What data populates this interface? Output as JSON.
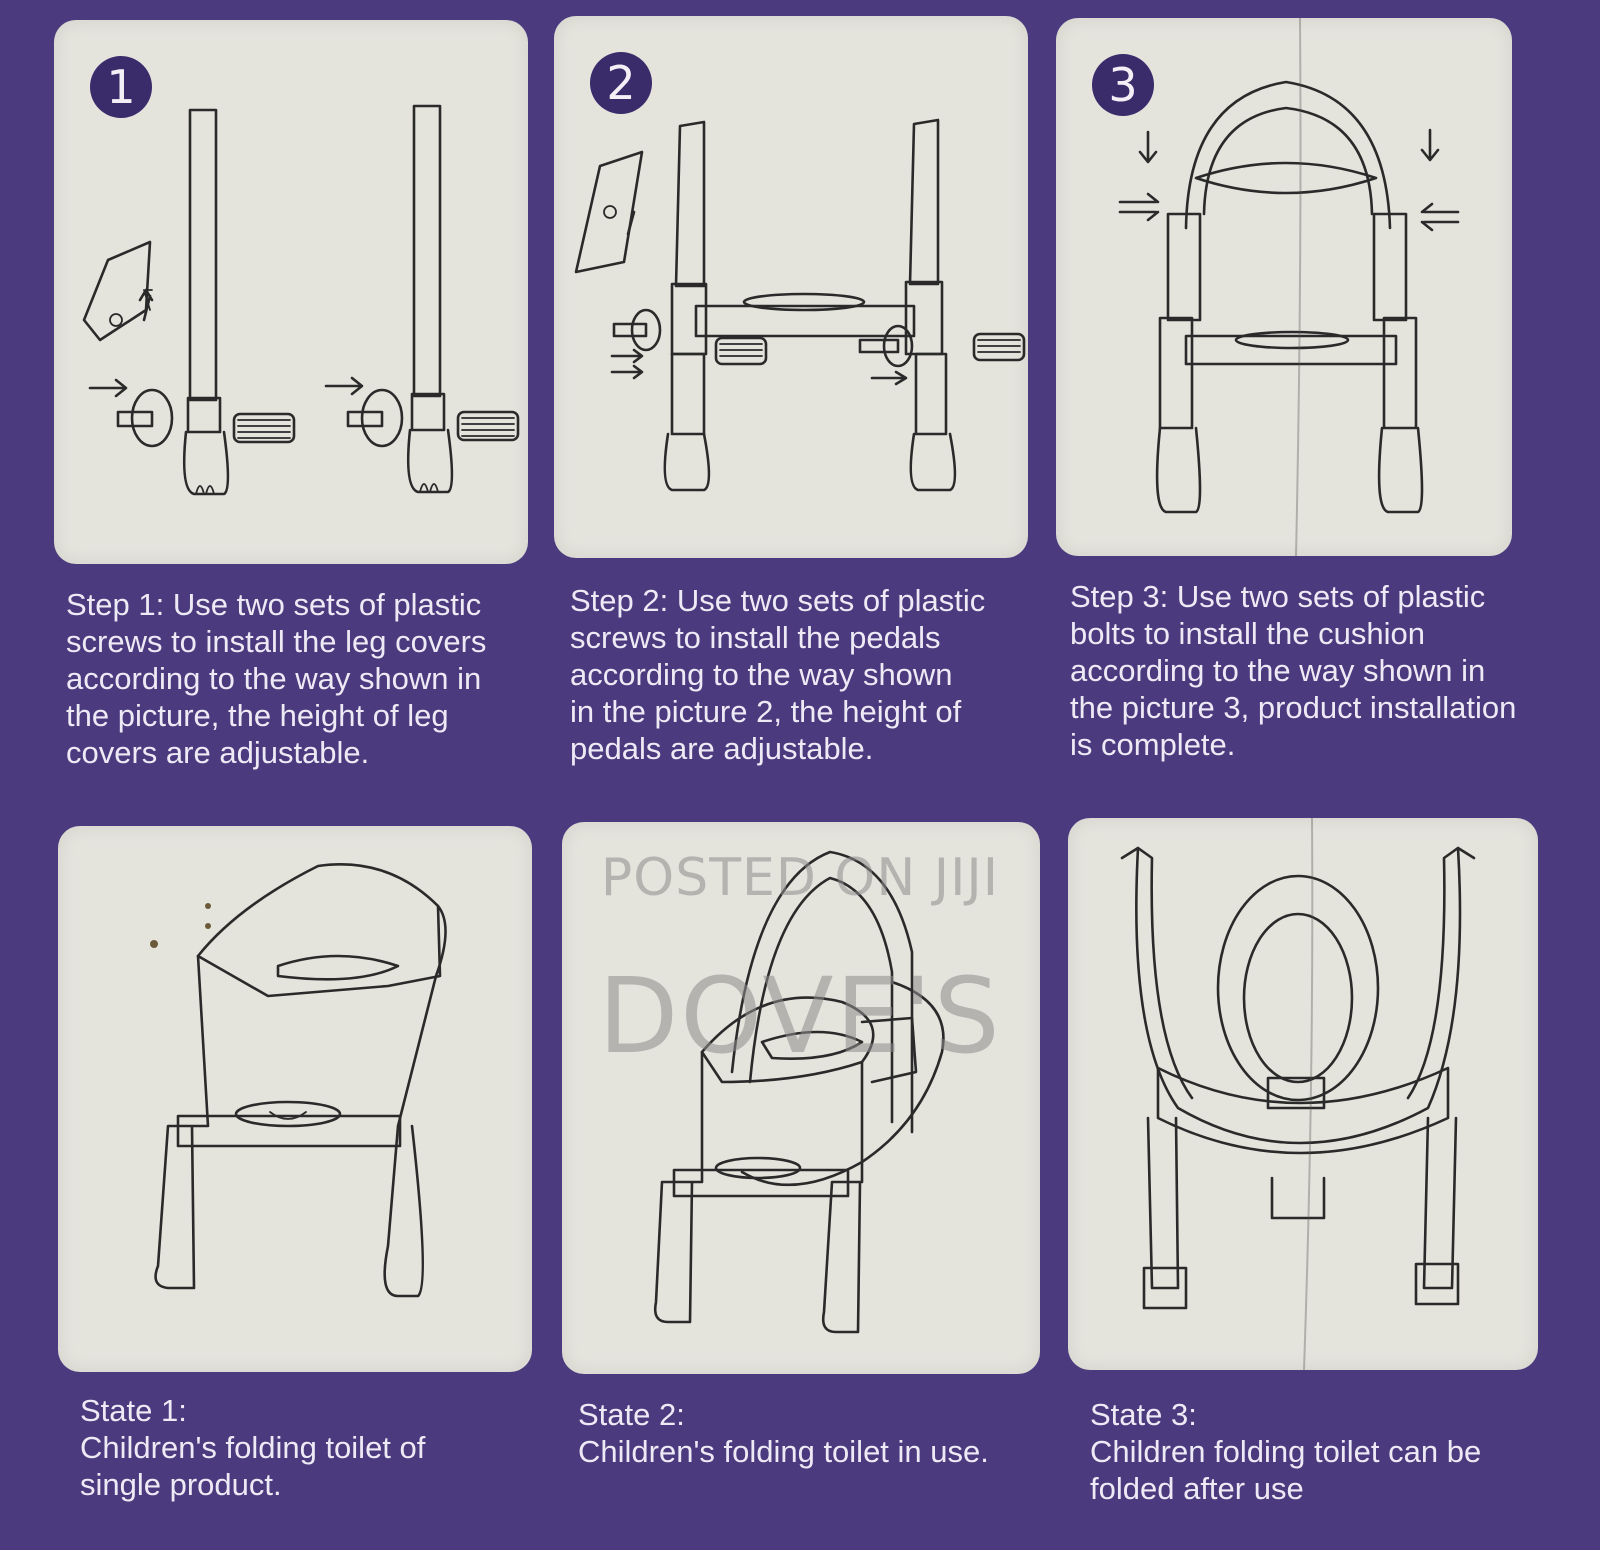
{
  "steps": [
    {
      "number": "1",
      "caption": "Step 1: Use two sets of plastic\nscrews to install the leg covers\naccording to the way shown in\nthe picture, the height of leg\ncovers are adjustable."
    },
    {
      "number": "2",
      "caption": "Step 2: Use two sets of plastic\nscrews to install the pedals\naccording to the way shown\nin the picture 2, the height of\npedals are adjustable."
    },
    {
      "number": "3",
      "caption": "Step 3: Use two sets of plastic\nbolts to install the cushion\naccording to the way shown in\nthe picture 3, product installation\nis complete."
    }
  ],
  "states": [
    {
      "caption": "State 1:\nChildren's folding toilet of\nsingle product."
    },
    {
      "caption": "State 2:\nChildren's folding toilet in use."
    },
    {
      "caption": "State 3:\nChildren folding toilet can be\nfolded after use"
    }
  ],
  "watermark": {
    "line1": "POSTED ON JIJI",
    "line2": "DOVE'S"
  },
  "colors": {
    "background": "#4b3a7e",
    "panel": "#e4e3dc",
    "badge": "#3a2c6b",
    "text": "#eeeaf5"
  }
}
